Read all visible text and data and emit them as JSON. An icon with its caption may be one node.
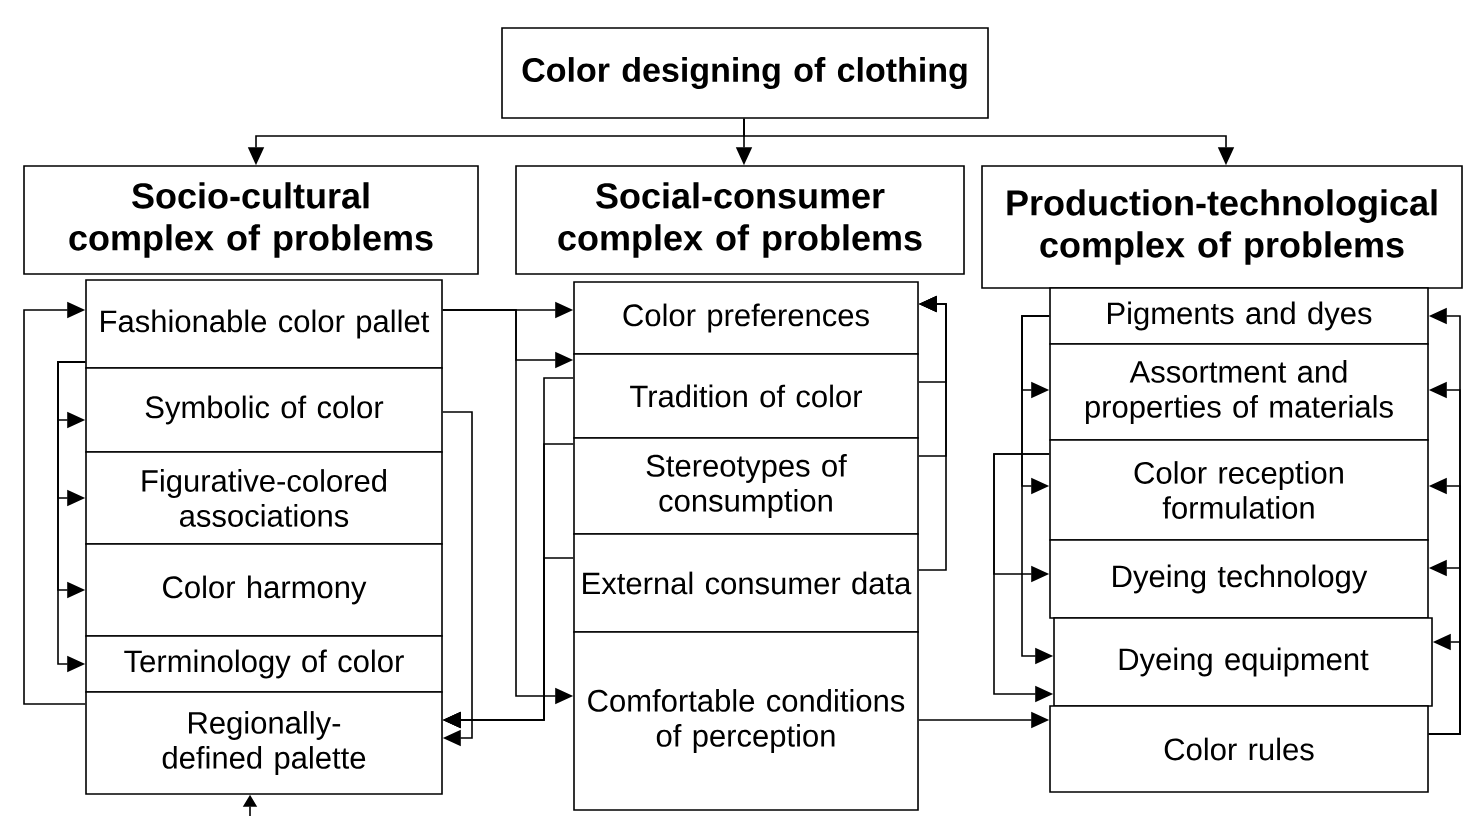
{
  "diagram": {
    "nodes": [
      {
        "text": [
          "Color designing of clothing"
        ]
      },
      {
        "text": [
          "Socio-cultural complex of problems"
        ]
      },
      {
        "text": [
          "Social-consumer complex of problems"
        ]
      },
      {
        "text": [
          "Production-technological complex of problems"
        ]
      },
      {
        "text": [
          "Fashionable color pallet"
        ]
      },
      {
        "text": [
          "Symbolic of color"
        ]
      },
      {
        "text": [
          "Figurative-colored associations"
        ]
      },
      {
        "text": [
          "Color harmony"
        ]
      },
      {
        "text": [
          "Terminology of color"
        ]
      },
      {
        "text": [
          "Regionally-defined palette"
        ]
      },
      {
        "text": [
          "Color preferences"
        ]
      },
      {
        "text": [
          "Tradition of color"
        ]
      },
      {
        "text": [
          "Stereotypes of consumption"
        ]
      },
      {
        "text": [
          "External consumer data"
        ]
      },
      {
        "text": [
          "Comfortable conditions of perception"
        ]
      },
      {
        "text": [
          "Pigments and dyes"
        ]
      },
      {
        "text": [
          "Assortment and properties of materials"
        ]
      },
      {
        "text": [
          "Color reception formulation"
        ]
      },
      {
        "text": [
          "Dyeing technology"
        ]
      },
      {
        "text": [
          "Dyeing equipment"
        ]
      },
      {
        "text": [
          "Color rules"
        ]
      }
    ],
    "edges": [
      {
        "from": 0,
        "to": 1,
        "arrow": "to"
      },
      {
        "from": 0,
        "to": 2,
        "arrow": "to"
      },
      {
        "from": 0,
        "to": 3,
        "arrow": "to"
      },
      {
        "from": 9,
        "to": 4,
        "arrow": "to"
      },
      {
        "from": 4,
        "to": 5,
        "arrow": "to"
      },
      {
        "from": 4,
        "to": 6,
        "arrow": "to"
      },
      {
        "from": 4,
        "to": 7,
        "arrow": "to"
      },
      {
        "from": 4,
        "to": 8,
        "arrow": "to"
      },
      {
        "from": 4,
        "to": 10,
        "arrow": "to"
      },
      {
        "from": 4,
        "to": 11,
        "arrow": "to"
      },
      {
        "from": 4,
        "to": 14,
        "arrow": "to"
      },
      {
        "from": 5,
        "to": 9,
        "arrow": "to"
      },
      {
        "from": 11,
        "to": 9,
        "arrow": "to"
      },
      {
        "from": 12,
        "to": 9,
        "arrow": "to"
      },
      {
        "from": 13,
        "to": 9,
        "arrow": "to"
      },
      {
        "from": 11,
        "to": 10,
        "arrow": "to"
      },
      {
        "from": 12,
        "to": 10,
        "arrow": "to"
      },
      {
        "from": 13,
        "to": 10,
        "arrow": "to"
      },
      {
        "from": 14,
        "to": 20,
        "arrow": "to"
      },
      {
        "from": 15,
        "to": 16,
        "arrow": "to"
      },
      {
        "from": 15,
        "to": 17,
        "arrow": "to"
      },
      {
        "from": 15,
        "to": 19,
        "arrow": "to"
      },
      {
        "from": 17,
        "to": 18,
        "arrow": "to"
      },
      {
        "from": 17,
        "to": 19,
        "arrow": "to"
      },
      {
        "from": 20,
        "to": 15,
        "arrow": "to"
      },
      {
        "from": 20,
        "to": 16,
        "arrow": "to"
      },
      {
        "from": 20,
        "to": 17,
        "arrow": "to"
      },
      {
        "from": 20,
        "to": 18,
        "arrow": "to"
      },
      {
        "from": 20,
        "to": 19,
        "arrow": "to"
      },
      {
        "from": null,
        "to": 9,
        "arrow": "to"
      }
    ]
  }
}
